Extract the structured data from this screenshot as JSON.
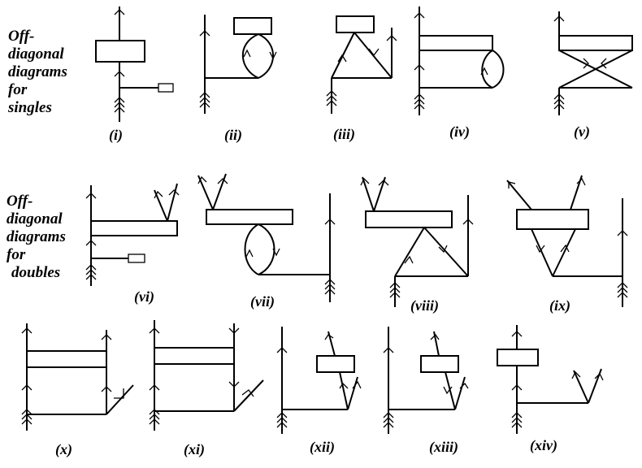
{
  "singles_title": [
    "Off-",
    "diagonal",
    "diagrams",
    "for",
    "singles"
  ],
  "doubles_title": [
    "Off-",
    "diagonal",
    "diagrams",
    "for",
    "doubles"
  ],
  "captions": [
    "(i)",
    "(ii)",
    "(iii)",
    "(iv)",
    "(v)",
    "(vi)",
    "(vii)",
    "(viii)",
    "(ix)",
    "(x)",
    "(xi)",
    "(xii)",
    "(xiii)",
    "(xiv)"
  ]
}
